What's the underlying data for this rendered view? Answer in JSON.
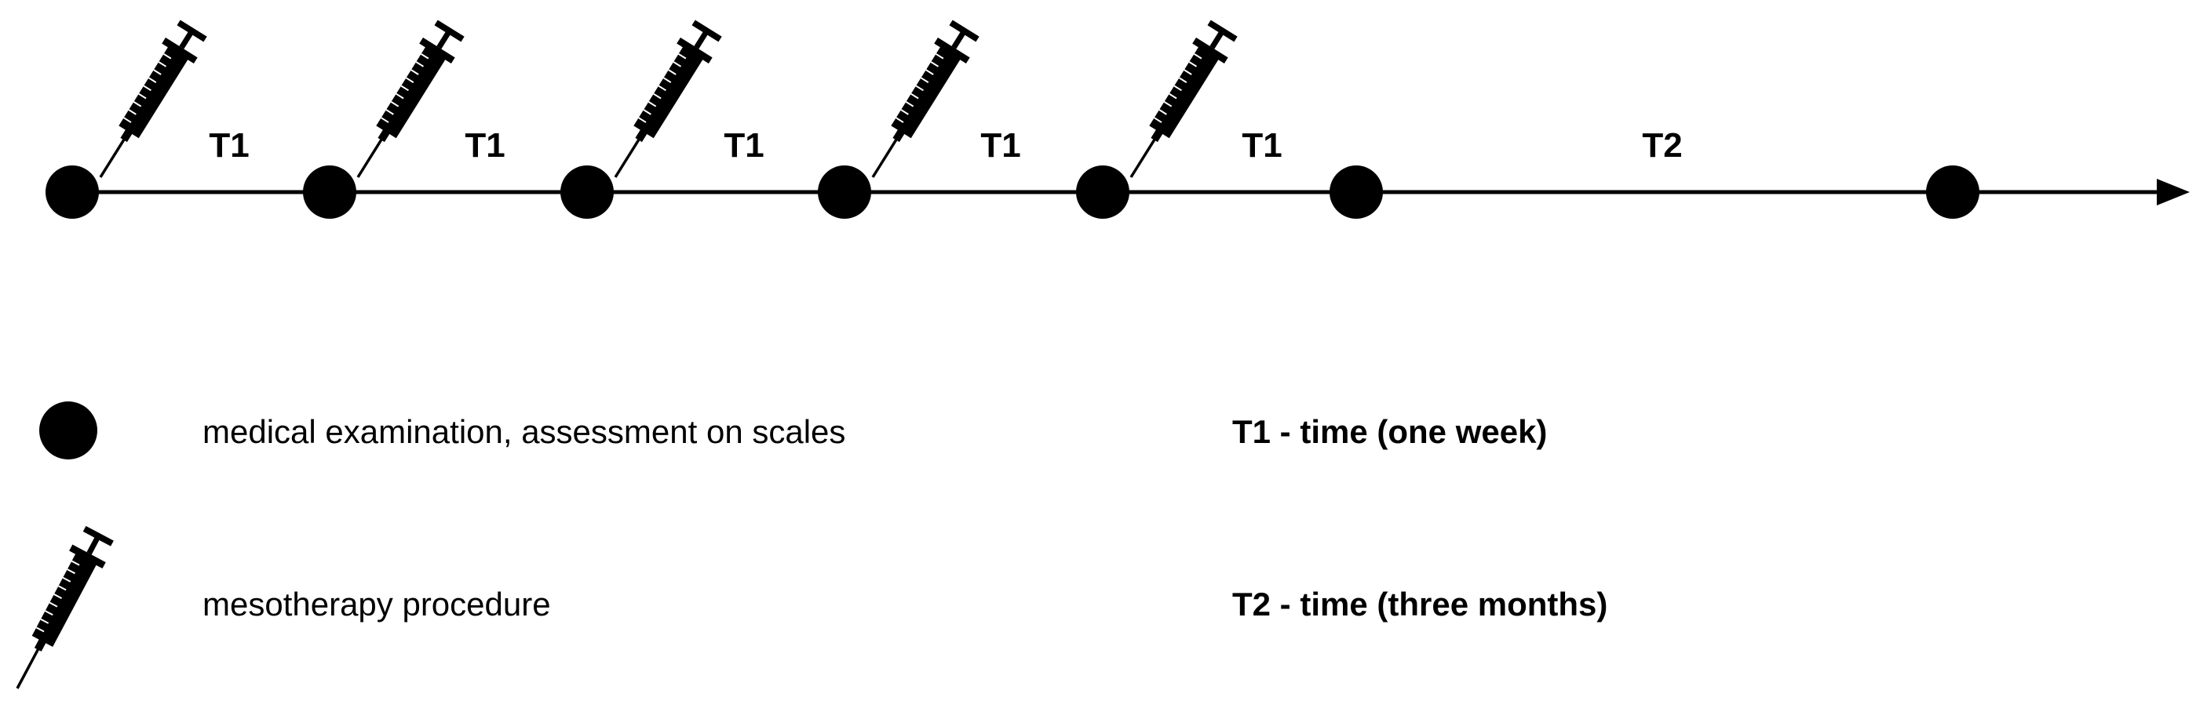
{
  "timeline": {
    "segments": [
      {
        "label": "T1"
      },
      {
        "label": "T1"
      },
      {
        "label": "T1"
      },
      {
        "label": "T1"
      },
      {
        "label": "T1"
      },
      {
        "label": "T2"
      }
    ],
    "visit_count": 7,
    "procedure_visits": [
      0,
      1,
      2,
      3,
      4
    ]
  },
  "legend": {
    "visit_label": "medical examination, assessment on scales",
    "procedure_label": "mesotherapy procedure",
    "t1_definition": "T1 - time (one week)",
    "t2_definition": "T2 - time (three months)"
  },
  "colors": {
    "ink": "#000000",
    "background": "#ffffff"
  },
  "icons": {
    "visit_marker": "filled-circle-icon",
    "procedure_marker": "syringe-icon"
  }
}
